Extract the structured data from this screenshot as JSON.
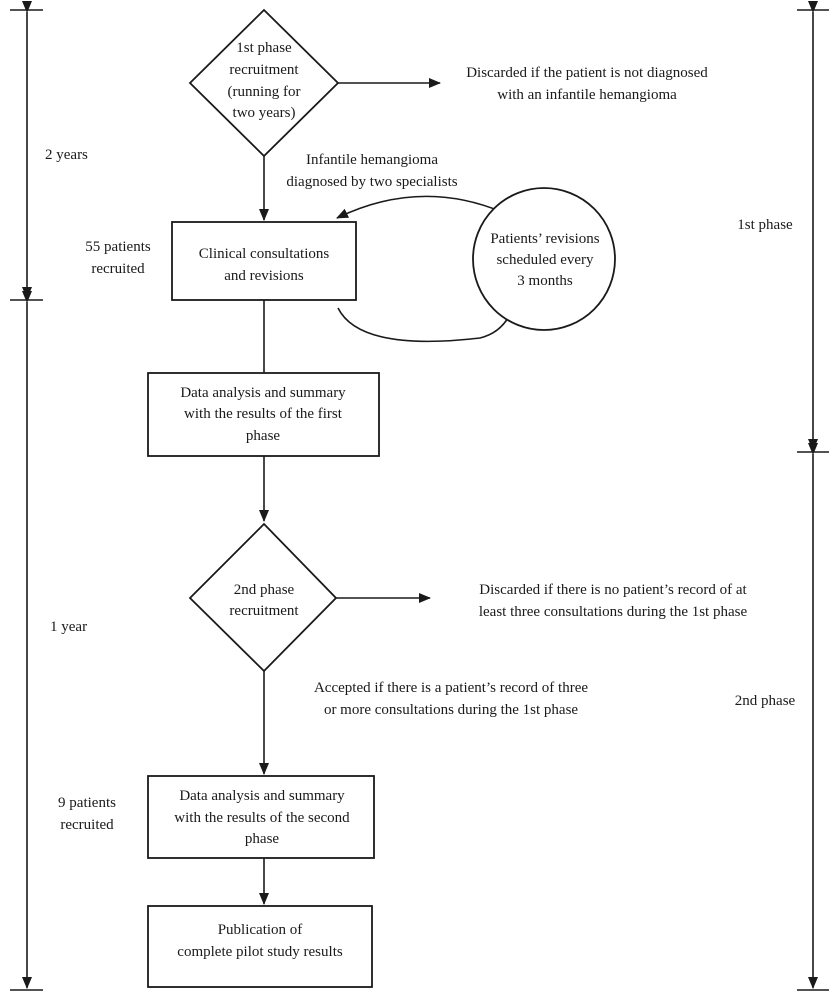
{
  "timeline_left": {
    "period_1": "2 years",
    "period_2": "1 year"
  },
  "timeline_right": {
    "phase_1": "1st phase",
    "phase_2": "2nd phase"
  },
  "side_notes": {
    "recruited_1": [
      "55 patients",
      "recruited"
    ],
    "recruited_2": [
      "9 patients",
      "recruited"
    ]
  },
  "nodes": {
    "phase1_recruitment": [
      "1st phase",
      "recruitment",
      "(running for",
      "two years)"
    ],
    "clinical_consultations": [
      "Clinical consultations",
      "and revisions"
    ],
    "revisions_cycle": [
      "Patients’ revisions",
      "scheduled every",
      "3 months"
    ],
    "analysis_phase1": [
      "Data analysis and summary",
      "with the results of the first",
      "phase"
    ],
    "phase2_recruitment": [
      "2nd phase",
      "recruitment"
    ],
    "analysis_phase2": [
      "Data analysis and summary",
      "with the results of the second",
      "phase"
    ],
    "publication": [
      "Publication of",
      "complete pilot study results"
    ]
  },
  "edge_labels": {
    "discard_1": [
      "Discarded if the patient is not diagnosed",
      "with an infantile hemangioma"
    ],
    "diagnosed": [
      "Infantile hemangioma",
      "diagnosed by two specialists"
    ],
    "discard_2": [
      "Discarded if there is no patient’s record of  at",
      "least three consultations during the 1st phase"
    ],
    "accepted": [
      "Accepted if there is a patient’s record of three",
      "or more consultations during the 1st phase"
    ]
  }
}
